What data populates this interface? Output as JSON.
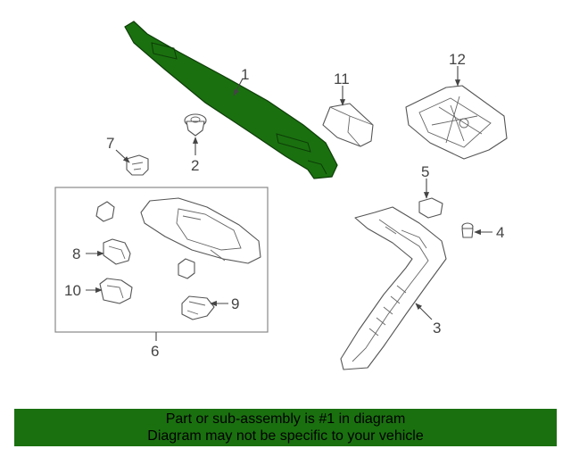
{
  "callouts": {
    "c1": "1",
    "c2": "2",
    "c3": "3",
    "c4": "4",
    "c5": "5",
    "c6": "6",
    "c7": "7",
    "c8": "8",
    "c9": "9",
    "c10": "10",
    "c11": "11",
    "c12": "12"
  },
  "highlight_color": "#1a700f",
  "footer": {
    "line1": "Part or sub-assembly is #1 in diagram",
    "line2": "Diagram may not be specific to your vehicle"
  }
}
